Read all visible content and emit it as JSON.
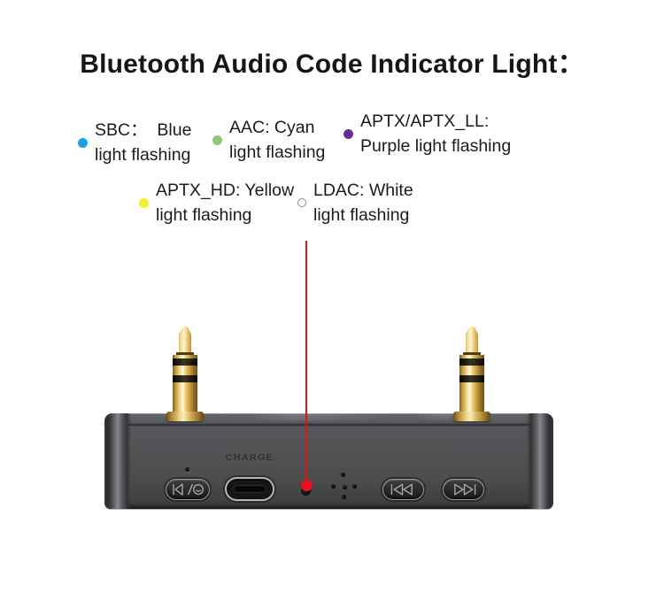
{
  "title": "Bluetooth Audio Code Indicator Light：",
  "legend": {
    "items": [
      {
        "codec": "SBC",
        "dot_color": "#18a0e8",
        "label": "SBC：  Blue\nlight flashing"
      },
      {
        "codec": "AAC",
        "dot_color": "#90c87c",
        "label": "AAC: Cyan\nlight flashing"
      },
      {
        "codec": "APTX/APTX_LL",
        "dot_color": "#6b2e90",
        "label": "APTX/APTX_LL:\nPurple light flashing"
      },
      {
        "codec": "APTX_HD",
        "dot_color": "#f2ee30",
        "label": "APTX_HD: Yellow\nlight flashing"
      },
      {
        "codec": "LDAC",
        "dot_color": "#ffffff",
        "dot_ring_color": "#8a8a8a",
        "label": "LDAC: White\nlight flashing"
      }
    ]
  },
  "device": {
    "charge_port_label": "CHARGE",
    "indicator_pointer_color": "#e8101c",
    "icons": {
      "play-pause-call-icon": "⏯/✆",
      "previous-track-icon": "⏮",
      "next-track-icon": "⏭",
      "charge-port": "USB-C",
      "audio-plug": "3.5mm gold plug"
    }
  }
}
